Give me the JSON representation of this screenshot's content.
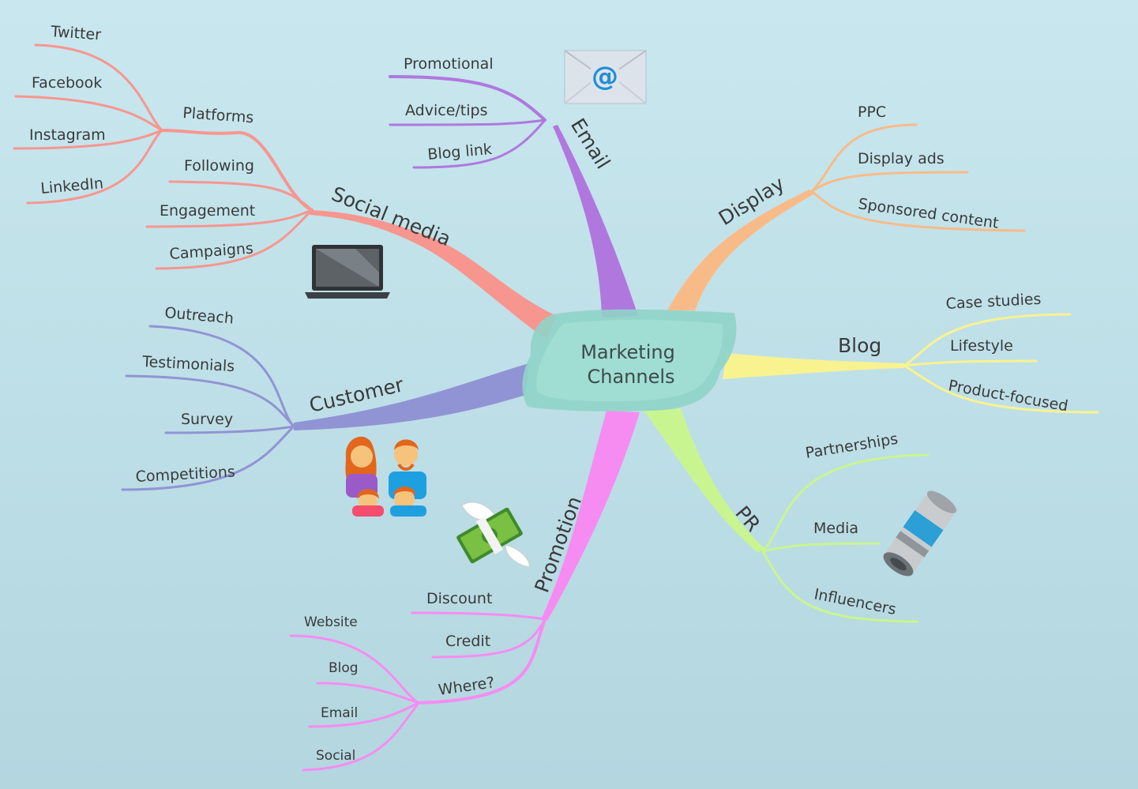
{
  "center": {
    "line1": "Marketing",
    "line2": "Channels"
  },
  "branches": {
    "social_media": {
      "label": "Social media",
      "platforms": {
        "label": "Platforms",
        "items": [
          "Twitter",
          "Facebook",
          "Instagram",
          "LinkedIn"
        ]
      },
      "items": [
        "Following",
        "Engagement",
        "Campaigns"
      ]
    },
    "email": {
      "label": "Email",
      "items": [
        "Promotional",
        "Advice/tips",
        "Blog link"
      ]
    },
    "display": {
      "label": "Display",
      "items": [
        "PPC",
        "Display ads",
        "Sponsored content"
      ]
    },
    "blog": {
      "label": "Blog",
      "items": [
        "Case studies",
        "Lifestyle",
        "Product-focused"
      ]
    },
    "pr": {
      "label": "PR",
      "items": [
        "Partnerships",
        "Media",
        "Influencers"
      ]
    },
    "customer": {
      "label": "Customer",
      "items": [
        "Outreach",
        "Testimonials",
        "Survey",
        "Competitions"
      ]
    },
    "promotion": {
      "label": "Promotion",
      "items": [
        "Discount",
        "Credit"
      ],
      "where": {
        "label": "Where?",
        "items": [
          "Website",
          "Blog",
          "Email",
          "Social"
        ]
      }
    }
  },
  "icons": [
    "email-at-icon",
    "laptop-icon",
    "family-icon",
    "flying-money-icon",
    "newspaper-icon"
  ],
  "colors": {
    "social_media": "#f7968f",
    "email": "#b078de",
    "display": "#f8bb88",
    "blog": "#f9f38f",
    "pr": "#c9f590",
    "customer": "#9194d4",
    "promotion": "#f68cf2",
    "center": "#8fd4c8"
  }
}
